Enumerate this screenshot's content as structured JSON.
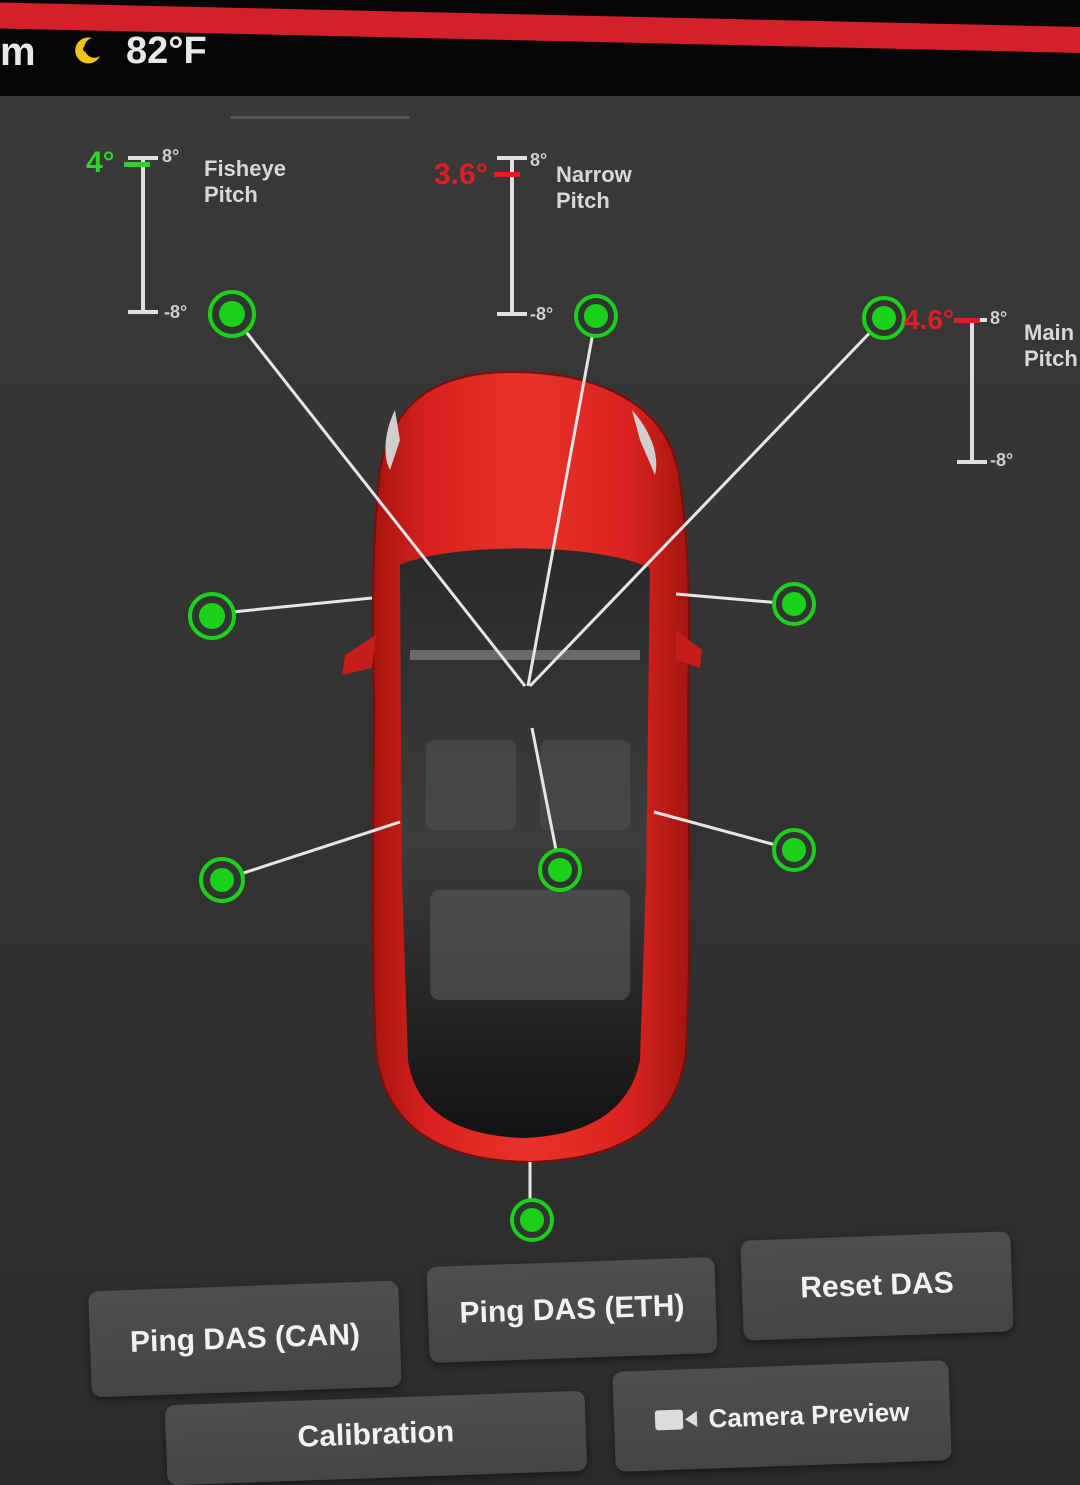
{
  "status_bar": {
    "clock_fragment": "m",
    "weather_icon": "moon-cloud-icon",
    "temperature": "82°F"
  },
  "gauges": {
    "fisheye": {
      "value": "4°",
      "top_label": "8°",
      "bottom_label": "-8°",
      "name_line1": "Fisheye",
      "name_line2": "Pitch",
      "status_color": "#2fd02f"
    },
    "narrow": {
      "value": "3.6°",
      "top_label": "8°",
      "bottom_label": "-8°",
      "name_line1": "Narrow",
      "name_line2": "Pitch",
      "status_color": "#e01c24"
    },
    "main": {
      "value": "4.6°",
      "top_label": "8°",
      "bottom_label": "-8°",
      "name_line1": "Main",
      "name_line2": "Pitch",
      "status_color": "#e01c24"
    }
  },
  "cameras": {
    "status_color": "#19d219",
    "items": [
      "fisheye-camera",
      "narrow-camera",
      "main-camera",
      "left-pillar-camera",
      "right-pillar-camera",
      "left-repeater-camera",
      "right-repeater-camera",
      "cabin-camera",
      "rear-camera"
    ]
  },
  "colors": {
    "car_body": "#d9221f",
    "accent": "#d4202a",
    "ok": "#19d219",
    "warn": "#e01c24"
  },
  "buttons": {
    "ping_can": "Ping DAS (CAN)",
    "ping_eth": "Ping DAS (ETH)",
    "reset_das": "Reset DAS",
    "calibration": "Calibration",
    "camera_preview": "Camera Preview"
  }
}
